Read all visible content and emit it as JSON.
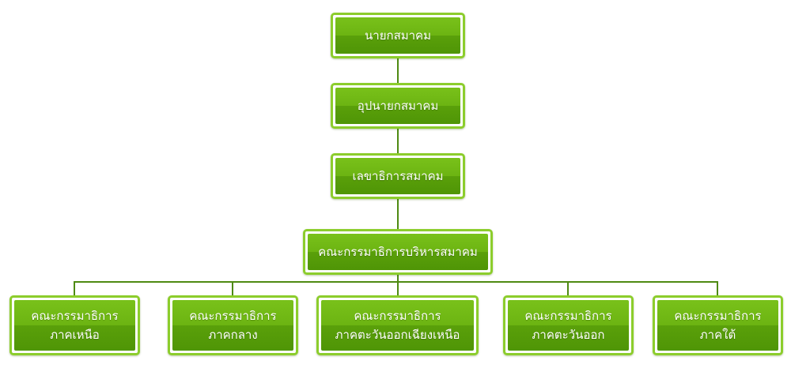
{
  "org_chart": {
    "president": "นายกสมาคม",
    "vice_president": "อุปนายกสมาคม",
    "secretary": "เลขาธิการสมาคม",
    "executive_committee": "คณะกรรมาธิการบริหารสมาคม",
    "regional_committees": [
      {
        "line1": "คณะกรรมาธิการ",
        "line2": "ภาคเหนือ"
      },
      {
        "line1": "คณะกรรมาธิการ",
        "line2": "ภาคกลาง"
      },
      {
        "line1": "คณะกรรมาธิการ",
        "line2": "ภาคตะวันออกเฉียงเหนือ"
      },
      {
        "line1": "คณะกรรมาธิการ",
        "line2": "ภาคตะวันออก"
      },
      {
        "line1": "คณะกรรมาธิการ",
        "line2": "ภาคใต้"
      }
    ]
  },
  "colors": {
    "box_border": "#8ccd2c",
    "box_fill_top": "#79c11a",
    "box_fill_bottom": "#4f9506",
    "connector": "#4e8a12",
    "text": "#ffffff"
  }
}
